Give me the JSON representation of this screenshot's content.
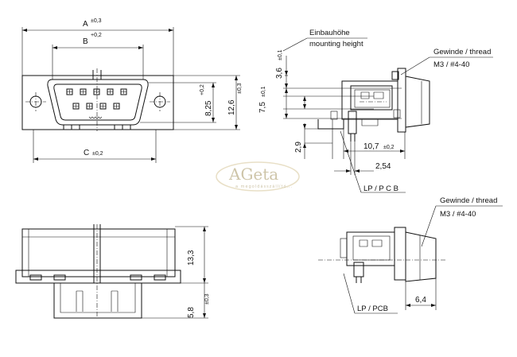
{
  "dims": {
    "a": "A",
    "a_tol": "±0,3",
    "b": "B",
    "b_tol": "+0,2",
    "c": "C",
    "c_tol": "±0,2",
    "h_825": "8,25",
    "h_825_tol": "+0,2",
    "h_126": "12,6",
    "h_126_tol": "±0,3",
    "v_36": "3,6",
    "v_36_tol": "±0,1",
    "v_75": "7,5",
    "v_75_tol": "±0,1",
    "v_29": "2,9",
    "d_107": "10,7",
    "d_107_tol": "±0,2",
    "d_254": "2,54",
    "v_133": "13,3",
    "v_58": "5,8",
    "v_58_tol": "±0,3",
    "d_64": "6,4"
  },
  "labels": {
    "mounting_de": "Einbauhöhe",
    "mounting_en": "mounting height",
    "thread_1": "Gewinde / thread",
    "thread_1_spec": "M3 / #4-40",
    "thread_2": "Gewinde / thread",
    "thread_2_spec": "M3 / #4-40",
    "pcb_1": "LP / P C B",
    "pcb_2": "LP / PCB"
  },
  "watermark": {
    "brand": "AGeta",
    "tagline": "a megoldásszállító..."
  }
}
